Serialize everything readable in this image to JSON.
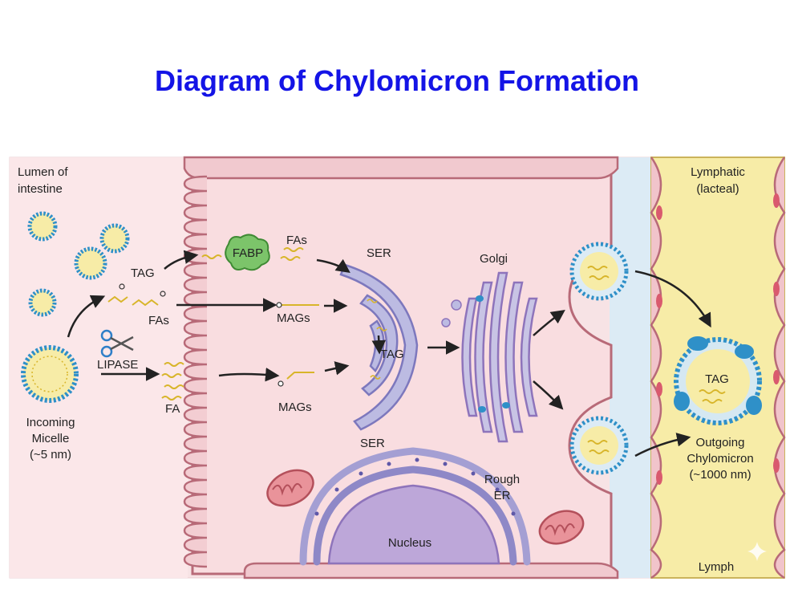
{
  "title": "Diagram of Chylomicron Formation",
  "labels": {
    "lumen": [
      "Lumen of",
      "intestine"
    ],
    "lymphatic": [
      "Lymphatic",
      "(lacteal)"
    ],
    "tag_top": "TAG",
    "fas_left": "FAs",
    "lipase": "LIPASE",
    "fa": "FA",
    "micelle": [
      "Incoming",
      "Micelle",
      "(~5 nm)"
    ],
    "fabp": "FABP",
    "fas_mid": "FAs",
    "mags_upper": "MAGs",
    "mags_lower": "MAGs",
    "ser_top": "SER",
    "ser_bottom": "SER",
    "tag_er": "TAG",
    "golgi": "Golgi",
    "rough_er": [
      "Rough",
      "ER"
    ],
    "nucleus": "Nucleus",
    "tag_chylo": "TAG",
    "chylomicron": [
      "Outgoing",
      "Chylomicron",
      "(~1000 nm)"
    ],
    "lymph": "Lymph"
  },
  "colors": {
    "title": "#1414e6",
    "cytoplasm": "#f9dde0",
    "lumen": "#fbe6e8",
    "membrane": "#b86a78",
    "lymph": "#f7eca7",
    "interstitial": "#dcebf5",
    "er": "#b9b6dd",
    "fabp": "#7cc46a",
    "lipid": "#d8b52a",
    "phospholipid": "#2f90c8"
  }
}
